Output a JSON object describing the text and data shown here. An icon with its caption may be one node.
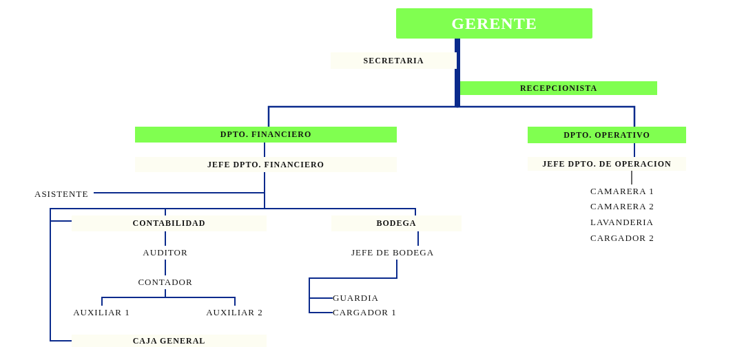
{
  "diagram": {
    "nodes": [
      {
        "text": [
          "GERENTE"
        ]
      },
      {
        "text": [
          "SECRETARIA"
        ]
      },
      {
        "text": [
          "RECEPCIONISTA"
        ]
      },
      {
        "text": [
          "DPTO. FINANCIERO"
        ]
      },
      {
        "text": [
          "JEFE DPTO. FINANCIERO"
        ]
      },
      {
        "text": [
          "DPTO. OPERATIVO"
        ]
      },
      {
        "text": [
          "JEFE DPTO. DE OPERACION"
        ]
      },
      {
        "text": [
          "ASISTENTE"
        ]
      },
      {
        "text": [
          "CONTABILIDAD"
        ]
      },
      {
        "text": [
          "BODEGA"
        ]
      },
      {
        "text": [
          "AUDITOR"
        ]
      },
      {
        "text": [
          "CONTADOR"
        ]
      },
      {
        "text": [
          "AUXILIAR 1"
        ]
      },
      {
        "text": [
          "AUXILIAR 2"
        ]
      },
      {
        "text": [
          "JEFE DE BODEGA"
        ]
      },
      {
        "text": [
          "GUARDIA"
        ]
      },
      {
        "text": [
          "CARGADOR 1"
        ]
      },
      {
        "text": [
          "CAJA GENERAL"
        ]
      },
      {
        "text": [
          "CAMARERA 1"
        ]
      },
      {
        "text": [
          "CAMARERA 2"
        ]
      },
      {
        "text": [
          "LAVANDERIA"
        ]
      },
      {
        "text": [
          "CARGADOR 2"
        ]
      }
    ],
    "edges": [
      {
        "from": 0,
        "to": 3,
        "arrow": "none"
      },
      {
        "from": 0,
        "to": 5,
        "arrow": "none"
      },
      {
        "from": 3,
        "to": 4,
        "arrow": "none"
      },
      {
        "from": 4,
        "to": 7,
        "arrow": "none"
      },
      {
        "from": 4,
        "to": 8,
        "arrow": "none"
      },
      {
        "from": 4,
        "to": 9,
        "arrow": "none"
      },
      {
        "from": 4,
        "to": 17,
        "arrow": "none"
      },
      {
        "from": 8,
        "to": 10,
        "arrow": "none"
      },
      {
        "from": 10,
        "to": 11,
        "arrow": "none"
      },
      {
        "from": 11,
        "to": 12,
        "arrow": "none"
      },
      {
        "from": 11,
        "to": 13,
        "arrow": "none"
      },
      {
        "from": 9,
        "to": 14,
        "arrow": "none"
      },
      {
        "from": 14,
        "to": 15,
        "arrow": "none"
      },
      {
        "from": 14,
        "to": 16,
        "arrow": "none"
      },
      {
        "from": 5,
        "to": 6,
        "arrow": "none"
      },
      {
        "from": 6,
        "to": 18,
        "arrow": "none",
        "color": "#000000"
      }
    ]
  }
}
